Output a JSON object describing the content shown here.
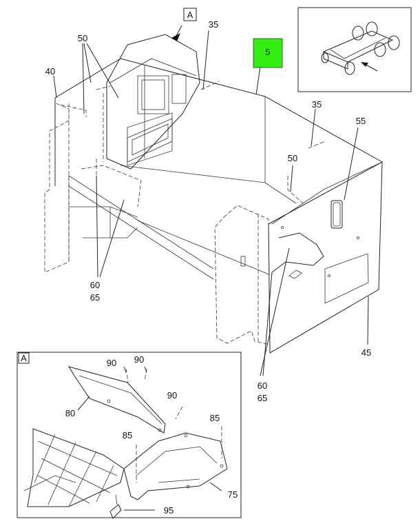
{
  "detail_marker": "A",
  "highlight_color": "#33ee11",
  "callouts": {
    "c5": "5",
    "c35a": "35",
    "c35b": "35",
    "c40": "40",
    "c45": "45",
    "c50a": "50",
    "c50b": "50",
    "c55": "55",
    "c60a": "60",
    "c65a": "65",
    "c60b": "60",
    "c65b": "65",
    "c75": "75",
    "c80": "80",
    "c85a": "85",
    "c85b": "85",
    "c90a": "90",
    "c90b": "90",
    "c90c": "90",
    "c95": "95"
  }
}
